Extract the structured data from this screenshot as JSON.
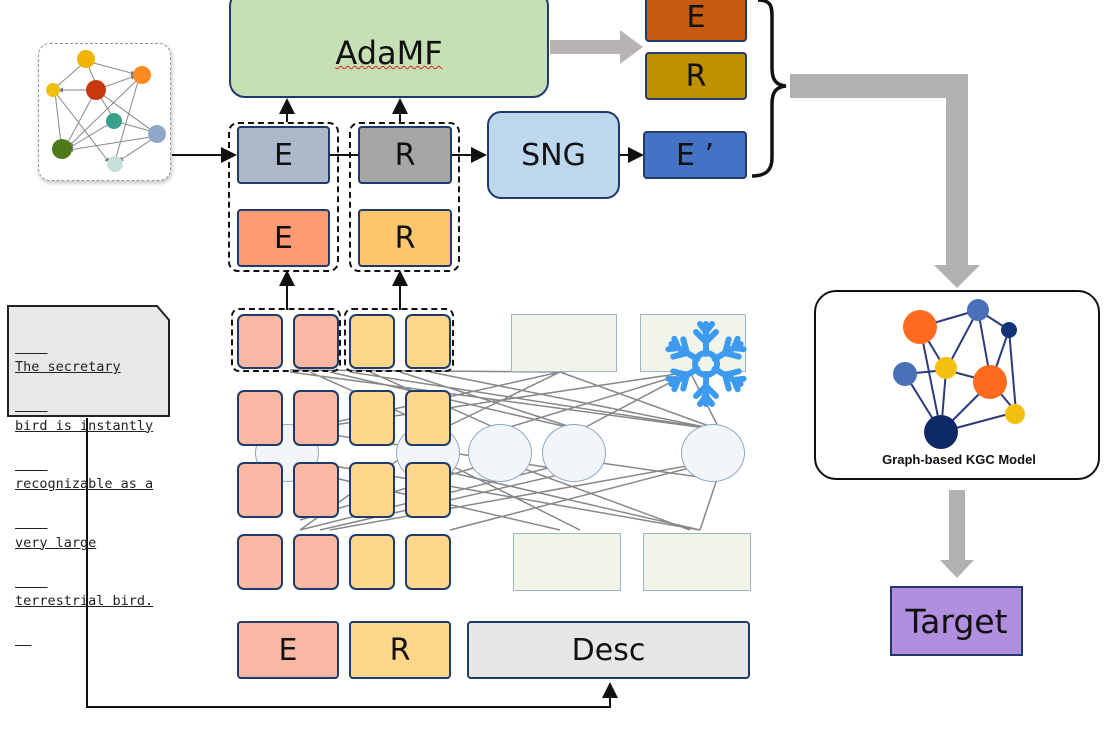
{
  "adamf": {
    "label": "AdaMF"
  },
  "sng": {
    "label": "SNG"
  },
  "outputs": {
    "e": "E",
    "r": "R",
    "e_prime": "E ’"
  },
  "structural": {
    "e": "E",
    "r": "R"
  },
  "language": {
    "e": "E",
    "r": "R"
  },
  "inputs": {
    "e": "E",
    "r": "R",
    "desc": "Desc"
  },
  "description_note": {
    "lines": [
      "The secretary",
      "bird is instantly",
      "recognizable as a",
      "very large",
      "terrestrial bird."
    ]
  },
  "kgc_model": {
    "caption": "Graph-based KGC Model"
  },
  "target": {
    "label": "Target"
  },
  "colors": {
    "adamf_fill": "#c5e0b4",
    "sng_fill": "#bdd7ee",
    "out_e": "#c55a11",
    "out_r": "#bf9000",
    "out_e_prime": "#4472c4",
    "struct_e": "#adb9ca",
    "struct_r": "#a6a6a6",
    "lang_e": "#ff9b73",
    "lang_r": "#ffc66e",
    "token_e": "#f9b8a4",
    "token_r": "#fed68c",
    "desc_fill": "#e6e6e6",
    "target_fill": "#b18ede",
    "plm_panel": "#eef4f8",
    "frozen_icon": "#4da6ff"
  },
  "icons": {
    "frozen": "snowflake-icon",
    "input_graph": "knowledge-graph-icon",
    "output_graph": "kgc-graph-icon"
  }
}
